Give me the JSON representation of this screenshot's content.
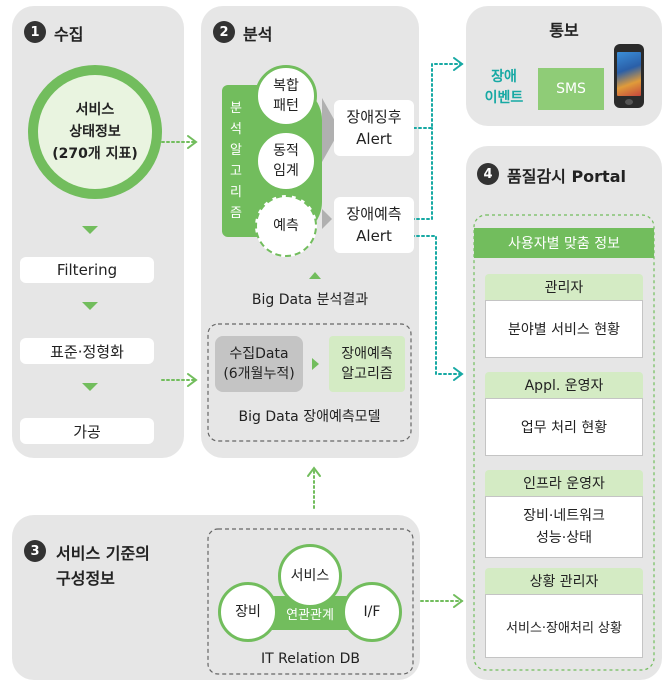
{
  "collect": {
    "num": "1",
    "title": "수집",
    "circle_line1": "서비스",
    "circle_line2": "상태정보",
    "circle_line3": "(270개 지표)",
    "step1": "Filtering",
    "step2": "표준·정형화",
    "step3": "가공"
  },
  "analysis": {
    "num": "2",
    "title": "분석",
    "algo_label": [
      "분",
      "석",
      "알",
      "고",
      "리",
      "즘"
    ],
    "c1_line1": "복합",
    "c1_line2": "패턴",
    "c2_line1": "동적",
    "c2_line2": "임계",
    "c3": "예측",
    "alert1_line1": "장애징후",
    "alert1_line2": "Alert",
    "alert2_line1": "장애예측",
    "alert2_line2": "Alert",
    "result_label": "Big Data 분석결과",
    "model_in_line1": "수집Data",
    "model_in_line2": "(6개월누적)",
    "model_out_line1": "장애예측",
    "model_out_line2": "알고리즘",
    "model_label": "Big Data 장애예측모델"
  },
  "config": {
    "num": "3",
    "title_line1": "서비스 기준의",
    "title_line2": "구성정보",
    "c_top": "서비스",
    "c_left": "장비",
    "c_right": "I/F",
    "center_label": "연관관계",
    "db_label": "IT Relation DB"
  },
  "notify": {
    "title": "통보",
    "event_line1": "장애",
    "event_line2": "이벤트",
    "sms": "SMS"
  },
  "portal": {
    "num": "4",
    "title": "품질감시 Portal",
    "header": "사용자별 맞춤 정보",
    "sections": [
      {
        "role": "관리자",
        "content_line1": "분야별 서비스 현황",
        "content_line2": ""
      },
      {
        "role": "Appl. 운영자",
        "content_line1": "업무 처리 현황",
        "content_line2": ""
      },
      {
        "role": "인프라 운영자",
        "content_line1": "장비·네트워크",
        "content_line2": "성능·상태"
      },
      {
        "role": "상황 관리자",
        "content_line1": "서비스·장애처리 상황",
        "content_line2": ""
      }
    ]
  },
  "colors": {
    "green": "#72bd5d",
    "light_green": "#d4ebc4",
    "teal": "#17a9a4",
    "panel": "#e6e6e6"
  }
}
